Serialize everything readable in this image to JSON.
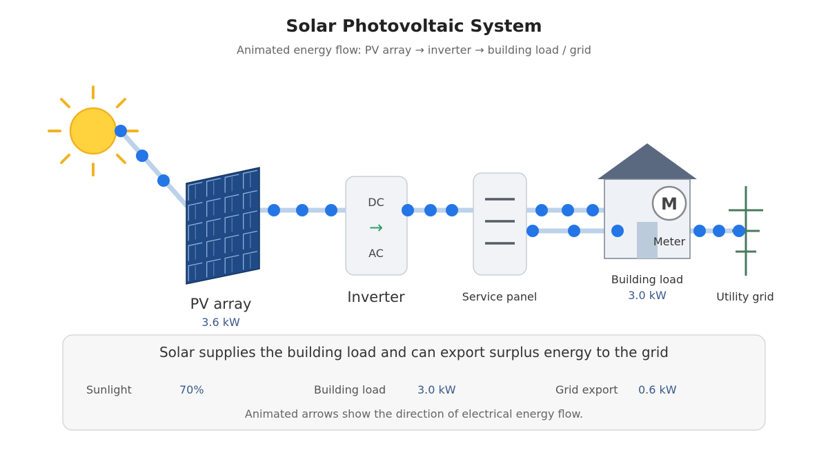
{
  "header": {
    "title": "Solar Photovoltaic System",
    "subtitle": "Animated energy flow: PV array → inverter → building load / grid"
  },
  "pv_array": {
    "label": "PV array",
    "value": "3.6 kW"
  },
  "inverter": {
    "label": "Inverter",
    "dc": "DC",
    "arrow": "→",
    "ac": "AC"
  },
  "service_panel": {
    "label": "Service panel"
  },
  "building": {
    "label": "Building load",
    "value": "3.0 kW",
    "meter_symbol": "M",
    "meter_label": "Meter"
  },
  "grid": {
    "label": "Utility grid"
  },
  "status": {
    "headline": "Solar supplies the building load and can export surplus energy to the grid",
    "metrics": [
      {
        "label": "Sunlight",
        "value": "70%"
      },
      {
        "label": "Building load",
        "value": "3.0 kW"
      },
      {
        "label": "Grid export",
        "value": "0.6 kW"
      }
    ],
    "note": "Animated arrows show the direction of electrical energy flow."
  },
  "colors": {
    "sun": "#ffd33d",
    "sun_rays": "#f0b323",
    "panel": "#1f4a85",
    "wire": "#bdd2ea",
    "flow_dot": "#2475e6",
    "roof": "#5a6880",
    "grid_pole": "#4a7a5c",
    "arrow_green": "#2e9c6a",
    "value_blue": "#3b5a8a"
  }
}
